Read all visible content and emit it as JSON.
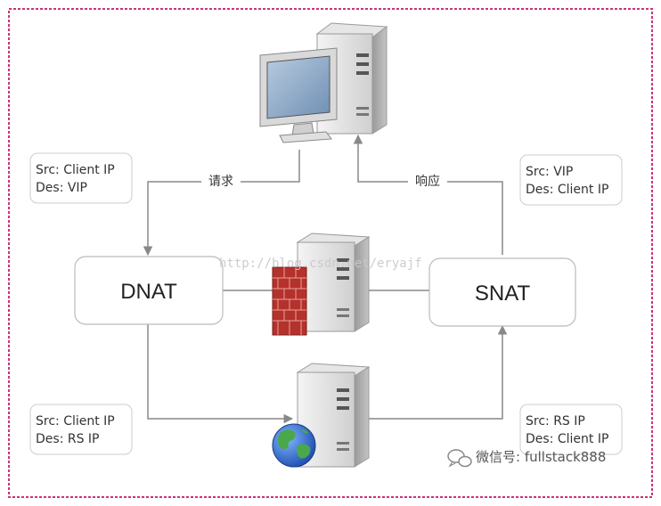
{
  "diagram": {
    "nodes": {
      "dnat": {
        "label": "DNAT"
      },
      "snat": {
        "label": "SNAT"
      }
    },
    "edges": {
      "request": {
        "label": "请求"
      },
      "response": {
        "label": "响应"
      }
    },
    "info_boxes": {
      "top_left": {
        "src": "Src: Client IP",
        "des": "Des: VIP"
      },
      "top_right": {
        "src": "Src: VIP",
        "des": "Des: Client IP"
      },
      "bottom_left": {
        "src": "Src: Client IP",
        "des": "Des: RS IP"
      },
      "bottom_right": {
        "src": "Src: RS IP",
        "des": "Des: Client IP"
      }
    },
    "watermark": "http://blog.csdn.net/eryajf",
    "wechat": {
      "label": "微信号: fullstack888"
    }
  },
  "colors": {
    "frame": "#cc3377",
    "line": "#888888",
    "box_border": "#bbbbbb",
    "firewall": "#b5312b",
    "screen": "#8ea9c8"
  }
}
